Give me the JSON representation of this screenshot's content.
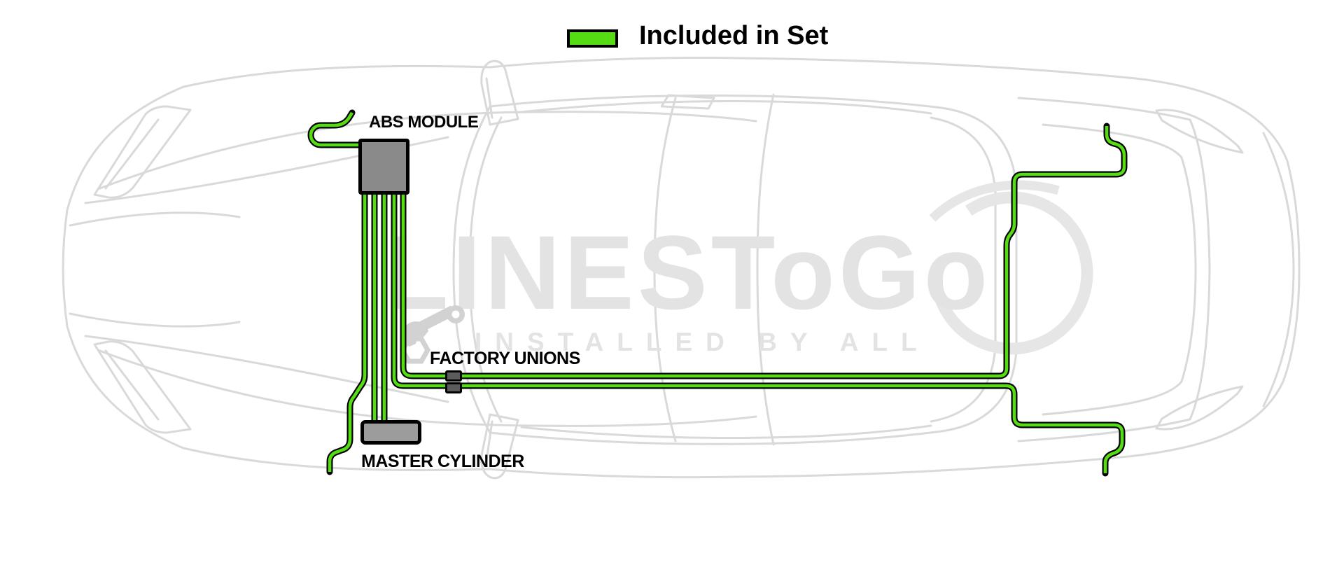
{
  "legend": {
    "swatch_color": "#55dc12",
    "label": "Included in Set"
  },
  "diagram": {
    "abs_module_label": "ABS MODULE",
    "factory_unions_label": "FACTORY UNIONS",
    "master_cylinder_label": "MASTER CYLINDER"
  },
  "watermark": {
    "brand": "LINESToGo",
    "tagline": "INSTALLED BY ALL"
  },
  "colors": {
    "line_green": "#55dc12",
    "line_outline": "#000000",
    "abs_module_gray": "#8a8a8a",
    "master_cylinder_gray": "#9c9c9c",
    "union_gray": "#5c5c5c",
    "car_sketch_gray": "#d9d9d9",
    "watermark_gray": "#e3e3e3"
  }
}
